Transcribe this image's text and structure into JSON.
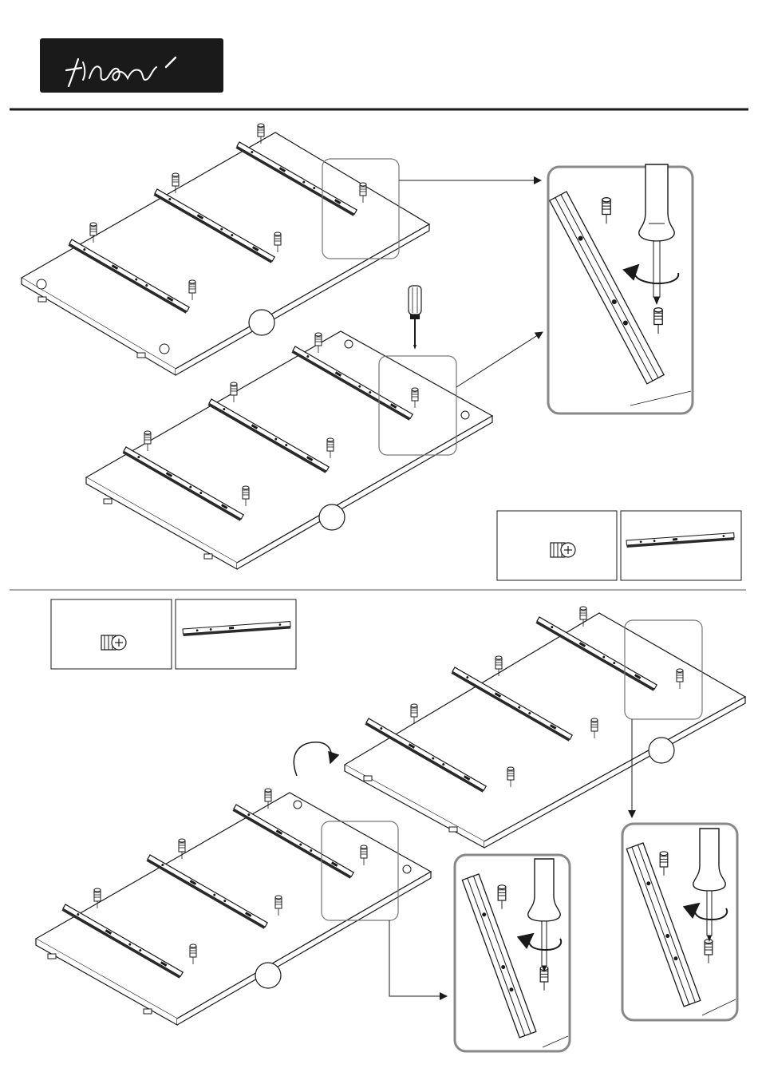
{
  "brand": {
    "logo_text": "finori",
    "logo_color": "#1a1a1a"
  },
  "colors": {
    "line": "#1a1a1a",
    "frame": "#888888",
    "paper": "#ffffff"
  },
  "sections": [
    {
      "id": "step-top",
      "parts": [
        "cam-dowel",
        "drawer-rail"
      ],
      "boards": 2,
      "rails_per_board": 3,
      "detail_views": 1
    },
    {
      "id": "step-bottom",
      "parts": [
        "cam-dowel",
        "drawer-rail"
      ],
      "boards": 2,
      "rails_per_board": 3,
      "detail_views": 2,
      "action": "flip-board"
    }
  ],
  "icons": [
    "screwdriver-icon",
    "rotate-arrow-icon",
    "flip-arrow-icon",
    "cam-dowel-icon",
    "drawer-rail-icon"
  ]
}
